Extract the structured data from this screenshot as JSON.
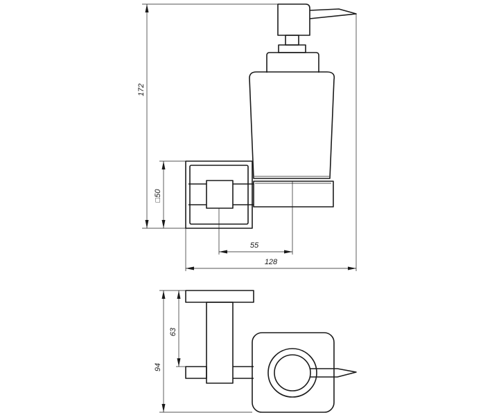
{
  "dimensions": {
    "overall_height": "172",
    "mount_square": "□50",
    "axis_offset": "55",
    "overall_depth": "128",
    "front_depth": "94",
    "bar_offset": "63"
  }
}
